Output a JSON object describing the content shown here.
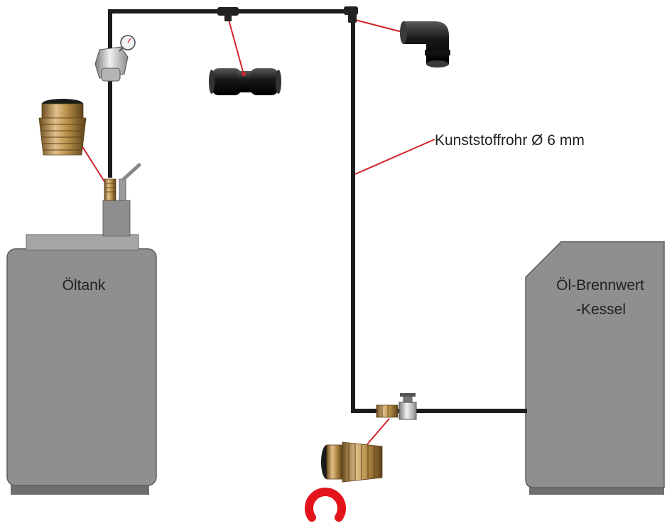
{
  "labels": {
    "tank": "Öltank",
    "boiler_line1": "Öl-Brennwert",
    "boiler_line2": "-Kessel",
    "pipe": "Kunststoffrohr Ø 6 mm"
  },
  "components": {
    "tank": "oil-tank",
    "boiler": "condensing-oil-boiler",
    "pipe": "plastic-pipe",
    "filter": "oil-filter-with-gauge",
    "straight_connector": "push-fit-straight-connector",
    "elbow_connector": "push-fit-elbow-connector",
    "tank_fitting": "brass-push-fit-adapter",
    "boiler_fitting": "brass-push-fit-adapter",
    "clip": "locking-clip",
    "valve": "shut-off-valve"
  },
  "colors": {
    "tank_fill": "#8f8f91",
    "tank_base": "#6e6e70",
    "pipe": "#1c1c1c",
    "leader": "#d2232a",
    "brass": "#b8914a",
    "clip": "#e3141b"
  }
}
